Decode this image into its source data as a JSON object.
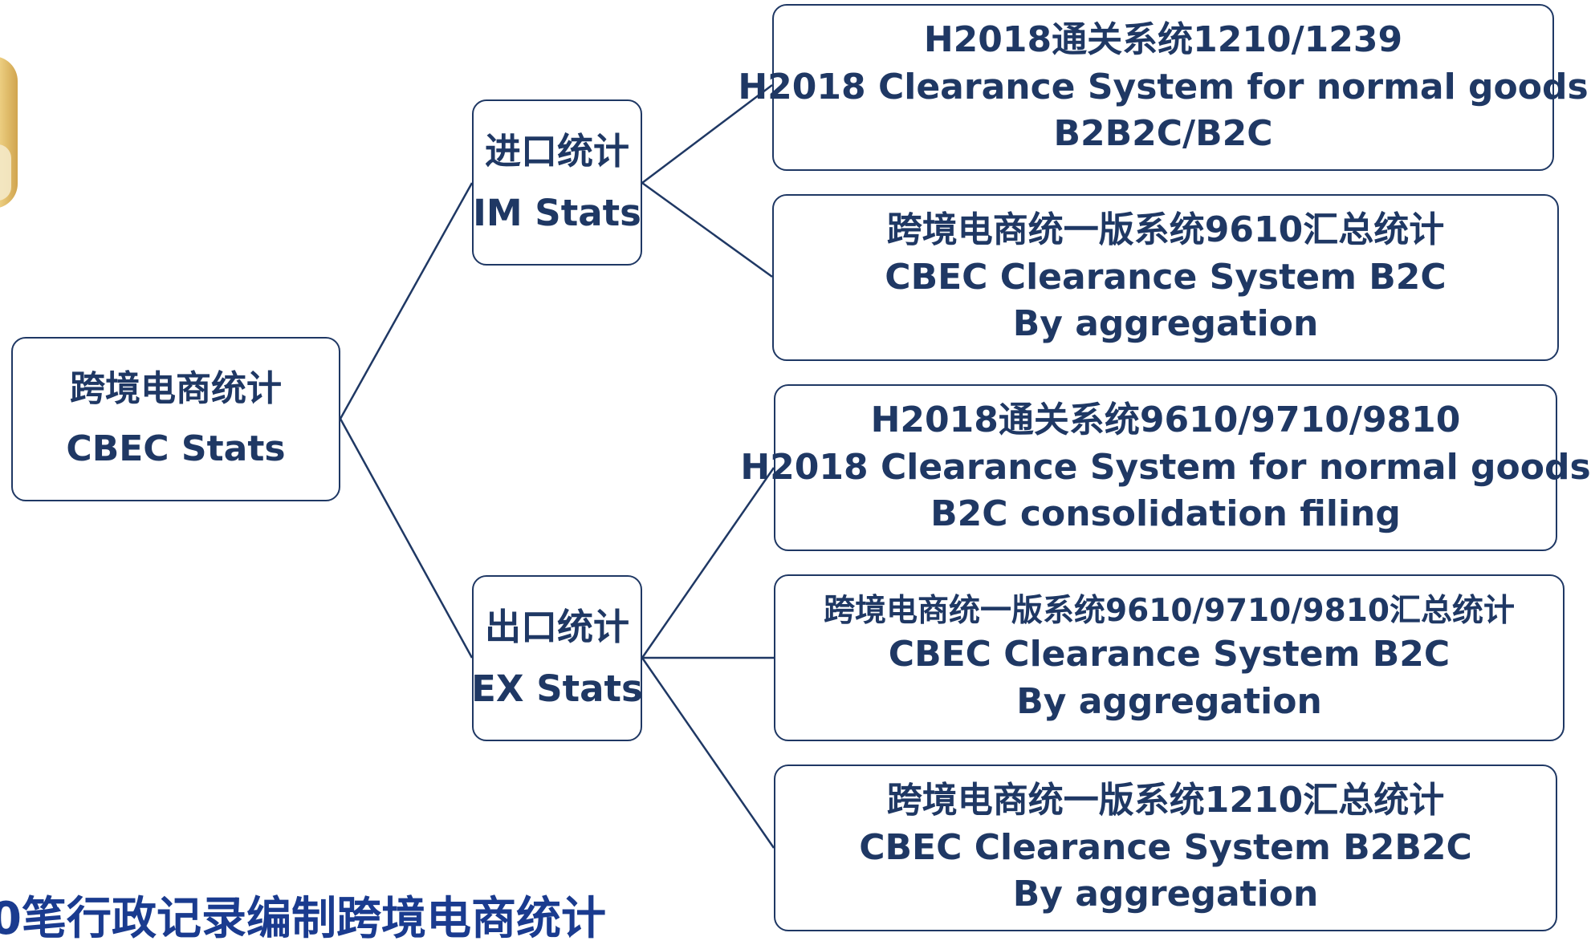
{
  "colors": {
    "line": "#1f3864",
    "text": "#1f3864",
    "caption": "#1a3b8f"
  },
  "root": {
    "cn": "跨境电商统计",
    "en": "CBEC Stats"
  },
  "im": {
    "cn": "进口统计",
    "en": "IM Stats"
  },
  "ex": {
    "cn": "出口统计",
    "en": "EX Stats"
  },
  "leaves": [
    {
      "l1": "H2018通关系统1210/1239",
      "l2": "H2018 Clearance System for normal goods",
      "l3": "B2B2C/B2C"
    },
    {
      "l1": "跨境电商统一版系统9610汇总统计",
      "l2": "CBEC Clearance System B2C",
      "l3": "By aggregation"
    },
    {
      "l1": "H2018通关系统9610/9710/9810",
      "l2": "H2018 Clearance System for normal goods",
      "l3": "B2C consolidation filing"
    },
    {
      "l1": "跨境电商统一版系统9610/9710/9810汇总统计",
      "l2": "CBEC Clearance System B2C",
      "l3": "By aggregation"
    },
    {
      "l1": "跨境电商统一版系统1210汇总统计",
      "l2": "CBEC Clearance System B2B2C",
      "l3": "By aggregation"
    }
  ],
  "caption": "0笔行政记录编制跨境电商统计"
}
